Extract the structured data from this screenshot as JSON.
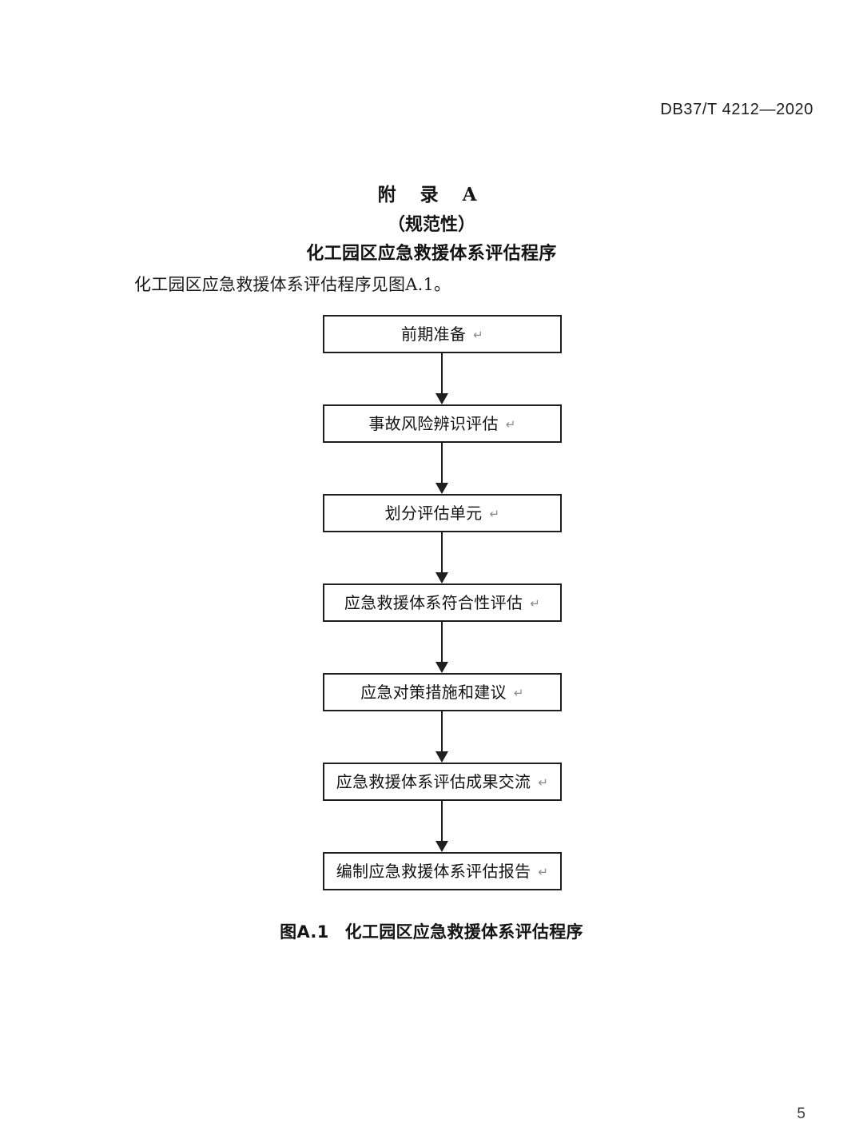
{
  "header": {
    "standard_code": "DB37/T 4212—2020"
  },
  "annex": {
    "label": "附 录 A",
    "kind": "（规范性）",
    "heading": "化工园区应急救援体系评估程序"
  },
  "intro": {
    "text": "化工园区应急救援体系评估程序见图A.1。"
  },
  "flowchart": {
    "orientation": "top-to-bottom",
    "connector_icon": "down-arrow-icon",
    "trailing_mark": "↵",
    "nodes": [
      {
        "id": "node-1",
        "label": "前期准备"
      },
      {
        "id": "node-2",
        "label": "事故风险辨识评估"
      },
      {
        "id": "node-3",
        "label": "划分评估单元"
      },
      {
        "id": "node-4",
        "label": "应急救援体系符合性评估"
      },
      {
        "id": "node-5",
        "label": "应急对策措施和建议"
      },
      {
        "id": "node-6",
        "label": "应急救援体系评估成果交流"
      },
      {
        "id": "node-7",
        "label": "编制应急救援体系评估报告"
      }
    ]
  },
  "figure_caption": {
    "number": "图A.1",
    "title": "化工园区应急救援体系评估程序"
  },
  "folio": {
    "page_number": "5"
  },
  "colors": {
    "ink": "#1a1a1a",
    "box_border": "#1f1f1f",
    "mark_gray": "#8a8a8a",
    "page_background": "#ffffff"
  }
}
